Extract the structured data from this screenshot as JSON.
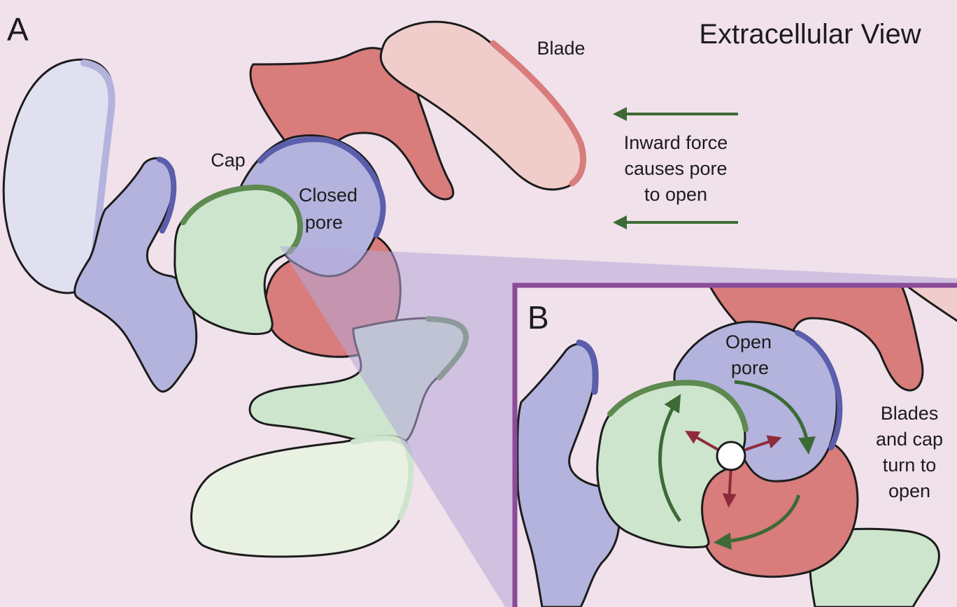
{
  "panel_a": {
    "letter": "A",
    "view_title": "Extracellular View",
    "labels": {
      "blade": "Blade",
      "cap": "Cap",
      "closed_pore": [
        "Closed",
        "pore"
      ]
    },
    "force_note": [
      "Inward force",
      "causes pore",
      "to open"
    ]
  },
  "panel_b": {
    "letter": "B",
    "labels": {
      "open_pore": [
        "Open",
        "pore"
      ]
    },
    "turn_note": [
      "Blades",
      "and cap",
      "turn to",
      "open"
    ]
  },
  "colors": {
    "background": "#f1e1eb",
    "blue_subunit": "#b3b3dd",
    "blue_light": "#e0e0f0",
    "blue_edge": "#5a5eab",
    "red_subunit": "#d87c7c",
    "red_light": "#f0cdcb",
    "red_edge": "#c25555",
    "green_subunit": "#cde4cd",
    "green_light": "#e8f1e2",
    "green_edge": "#5c8a4f",
    "arrow_green": "#3d6a35",
    "arrow_red": "#8e2b3b",
    "inset_frame": "#8a4c98",
    "zoom_wedge": "#b6a8d8"
  }
}
